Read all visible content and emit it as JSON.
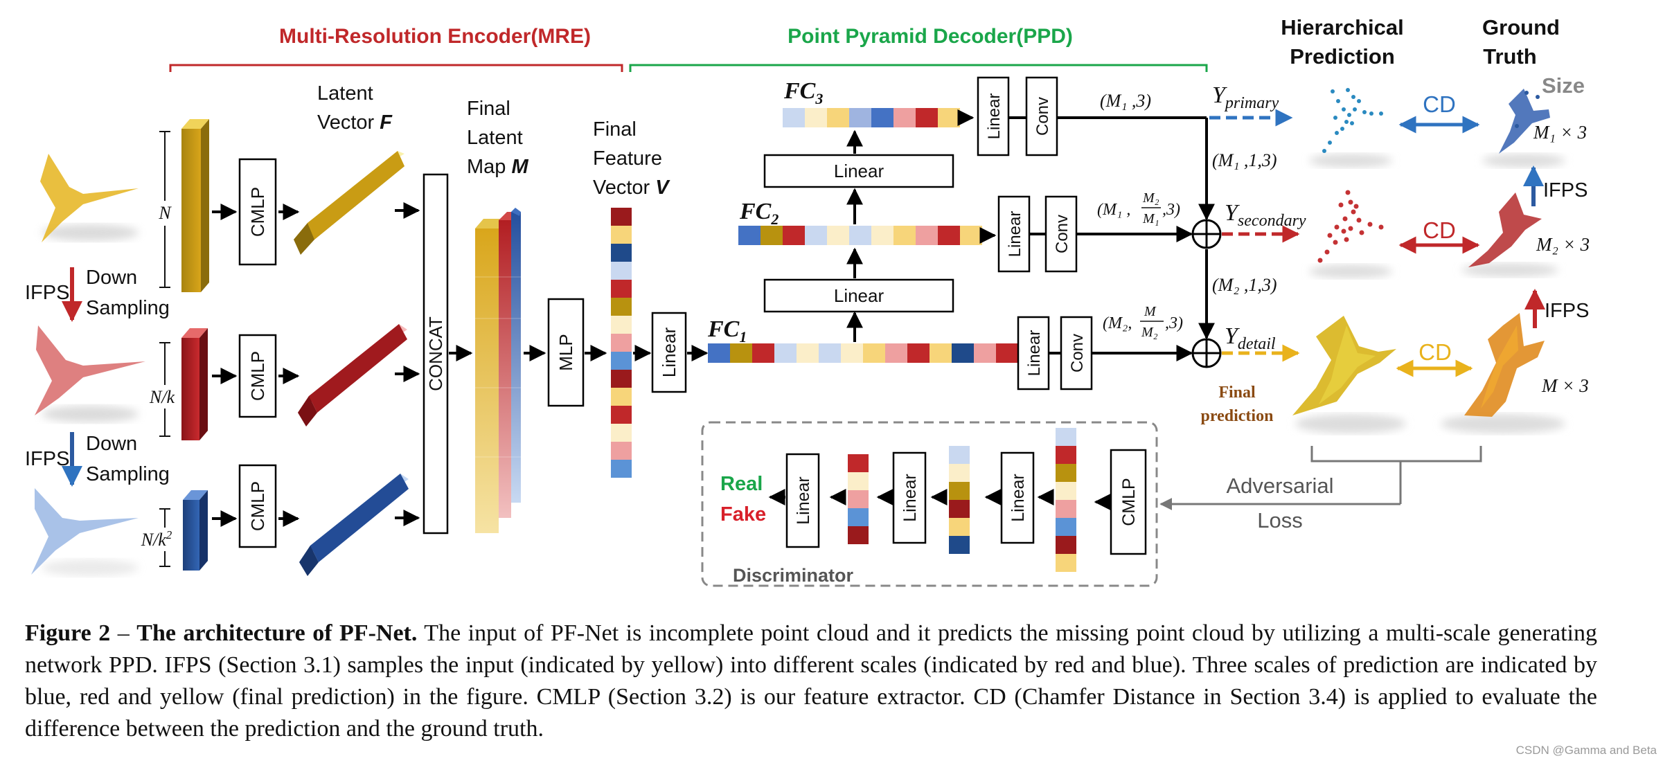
{
  "encoder": {
    "title": "Multi-Resolution Encoder(MRE)",
    "latent_label_1": "Latent",
    "latent_label_2": "Vector ",
    "latent_label_var": "F",
    "final_map_1": "Final",
    "final_map_2": "Latent",
    "final_map_3": "Map ",
    "final_map_var": "M",
    "final_vec_1": "Final",
    "final_vec_2": "Feature",
    "final_vec_3": "Vector ",
    "final_vec_var": "V",
    "cmlp": "CMLP",
    "concat": "CONCAT",
    "mlp": "MLP",
    "linear": "Linear",
    "dim_n": "N",
    "dim_nk": "N/k",
    "dim_nk2": "N/k",
    "dim_nk2_sup": "2",
    "ifps": "IFPS",
    "down": "Down",
    "sampling": "Sampling"
  },
  "decoder": {
    "title": "Point Pyramid Decoder(PPD)",
    "fc1": "FC",
    "fc1_sub": "1",
    "fc2": "FC",
    "fc2_sub": "2",
    "fc3": "FC",
    "fc3_sub": "3",
    "linear": "Linear",
    "conv": "Conv",
    "m1_3": "(M₁ ,3)",
    "m1_1_3": "(M₁ ,1,3)",
    "m2_1_3": "(M₂ ,1,3)",
    "y_primary": "Y",
    "y_primary_sub": "primary",
    "y_secondary": "Y",
    "y_secondary_sub": "secondary",
    "y_detail": "Y",
    "y_detail_sub": "detail",
    "final_pred_1": "Final",
    "final_pred_2": "prediction"
  },
  "right": {
    "hier_1": "Hierarchical",
    "hier_2": "Prediction",
    "gt_1": "Ground",
    "gt_2": "Truth",
    "size": "Size",
    "cd": "CD",
    "m1x3": "M₁  × 3",
    "m2x3": "M₂ × 3",
    "mx3": "M × 3",
    "ifps": "IFPS",
    "adversarial": "Adversarial",
    "loss": "Loss"
  },
  "discriminator": {
    "title": "Discriminator",
    "real": "Real",
    "fake": "Fake",
    "linear": "Linear",
    "cmlp": "CMLP"
  },
  "caption": {
    "lead": "Figure 2",
    "dash": " – ",
    "bold_title": "The architecture of PF-Net.",
    "body": " The input of PF-Net is incomplete point cloud and it predicts the missing point cloud by utilizing a multi-scale generating network PPD. IFPS (Section 3.1) samples the input (indicated by yellow) into different scales (indicated by red and blue).  Three scales of prediction are indicated by blue, red and yellow (final prediction) in the figure.  CMLP (Section 3.2) is our feature extractor.  CD (Chamfer Distance in Section 3.4) is applied to evaluate the difference between the prediction and the ground truth."
  },
  "watermark": "CSDN @Gamma  and Beta",
  "colors": {
    "encoder_title": "#c0282a",
    "decoder_title": "#1aa64a",
    "yellow": "#e3b21c",
    "red": "#c0282a",
    "blue": "#2c5aa0",
    "light_blue": "#c9d8f0",
    "cream": "#fbeec9",
    "pink": "#eea0a0",
    "real": "#1aa64a",
    "fake": "#d8202a",
    "gray": "#888888"
  }
}
